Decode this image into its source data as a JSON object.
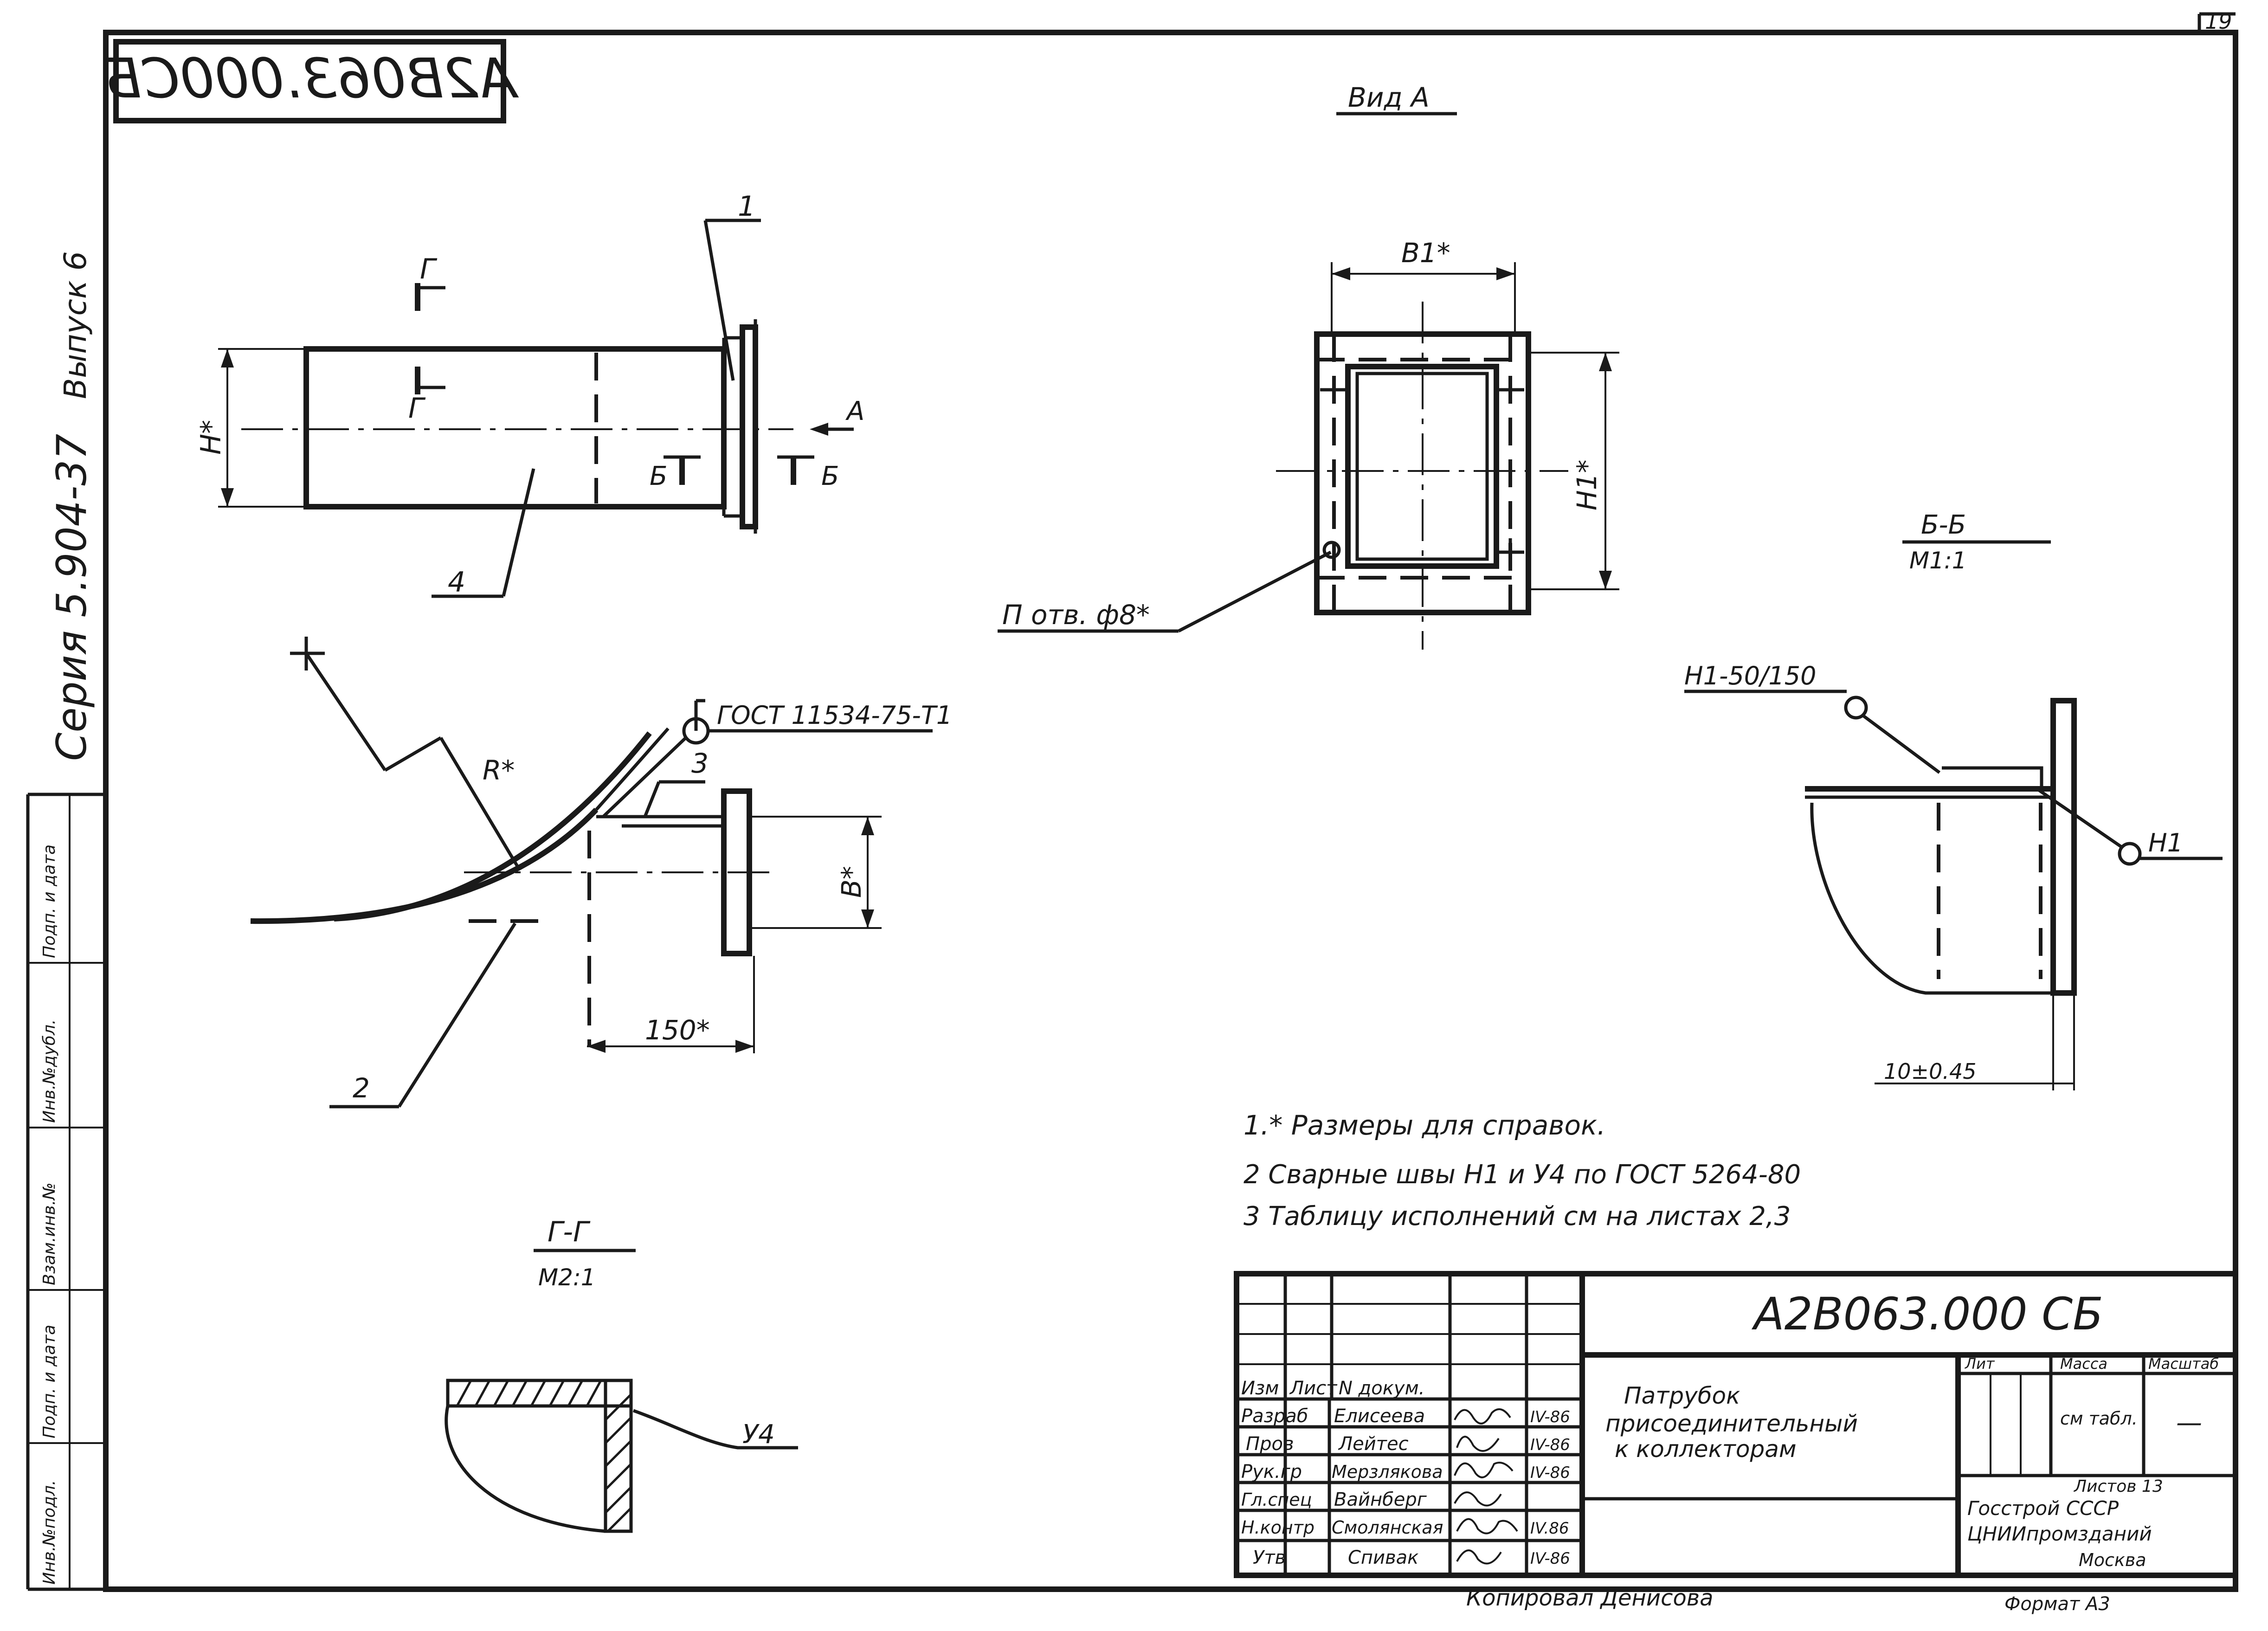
{
  "sheet_number": "19",
  "code_box": "А2В063.000СБ",
  "series_text": "Серия 5.904-37",
  "issue_text": "Выпуск 6",
  "left_stamp": [
    "Инв.№подл.",
    "Подп. и дата",
    "Взам.инв.№",
    "Инв.№дубл.",
    "Подп. и дата"
  ],
  "views": {
    "view_a_title": "Вид А",
    "view_a_b1": "B1*",
    "view_a_h1": "H1*",
    "view_a_holes": "П отв. ф8*",
    "section_bb_title": "Б-Б",
    "section_bb_scale": "М1:1",
    "section_bb_weld1": "Н1-50/150",
    "section_bb_weld2": "Н1",
    "section_bb_dim": "10±0.45",
    "section_gg_title": "Г-Г",
    "section_gg_scale": "М2:1",
    "section_gg_weld": "У4",
    "top_h": "H*",
    "top_arrow_a": "A",
    "top_cut_g": "Г",
    "top_cut_b": "Б",
    "pos1": "1",
    "pos2": "2",
    "pos3": "3",
    "pos4": "4",
    "side_r": "R*",
    "side_b": "В*",
    "side_gost": "ГОСТ 11534-75-Т1",
    "side_150": "150*"
  },
  "notes": [
    "1.* Размеры для справок.",
    "2 Сварные швы Н1 и У4 по ГОСТ 5264-80",
    "3 Таблицу исполнений см на листах 2,3"
  ],
  "title_block": {
    "doc_code": "А2В063.000 СБ",
    "title_lines": [
      "Патрубок",
      "присоединительный",
      "к коллекторам"
    ],
    "header_cols": [
      "Изм",
      "Лист",
      "N докум."
    ],
    "roles": [
      {
        "role": "Разраб",
        "name": "Елисеева",
        "date": "IV-86"
      },
      {
        "role": "Пров",
        "name": "Лейтес",
        "date": "IV-86"
      },
      {
        "role": "Рук.гр",
        "name": "Мерзлякова",
        "date": "IV-86"
      },
      {
        "role": "Гл.спец",
        "name": "Вайнберг",
        "date": ""
      },
      {
        "role": "Н.контр",
        "name": "Смолянская",
        "date": "IV.86"
      },
      {
        "role": "Утв",
        "name": "Спивак",
        "date": "IV-86"
      }
    ],
    "lit_header": [
      "Лит",
      "Масса",
      "Масштаб"
    ],
    "mass": "см табл.",
    "scale": "—",
    "sheet_info": "Листов 13",
    "org_lines": [
      "Госстрой СССР",
      "ЦНИИпромзданий",
      "Москва"
    ],
    "format": "Формат А3",
    "copied_by": "Копировал  Денисова"
  }
}
